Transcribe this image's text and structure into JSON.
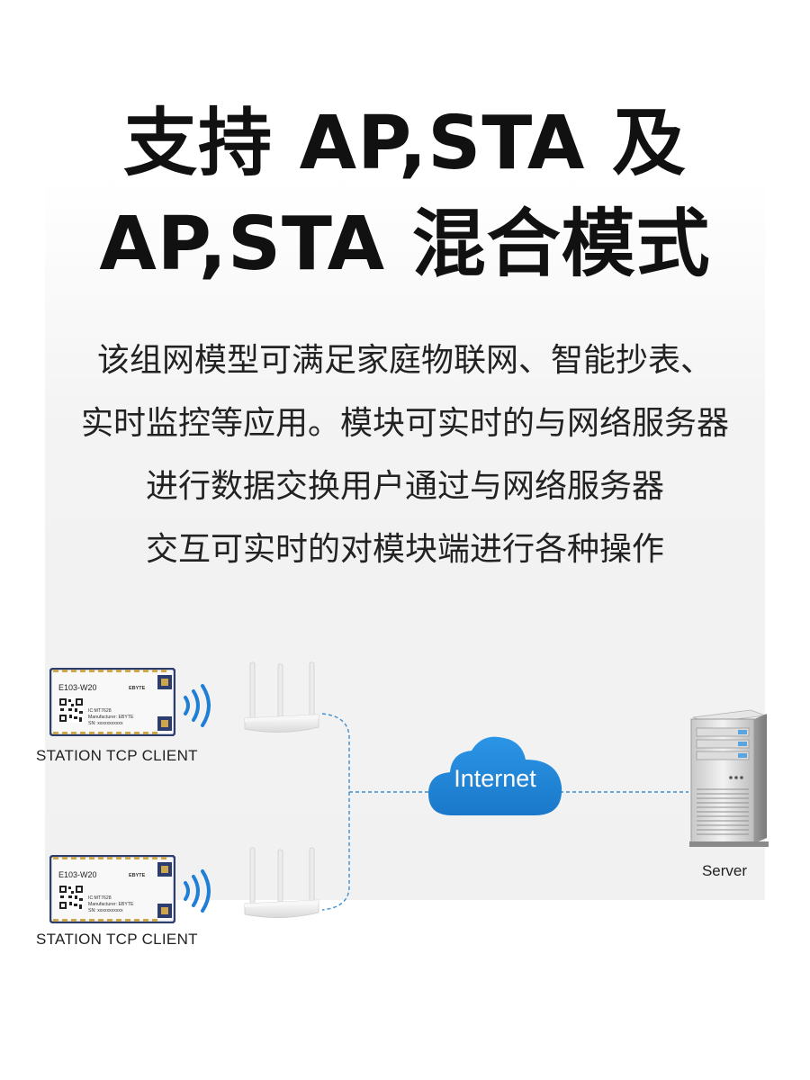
{
  "title": {
    "line1": "支持 AP,STA 及",
    "line2": "AP,STA 混合模式"
  },
  "description": [
    "该组网模型可满足家庭物联网、智能抄表、",
    "实时监控等应用。模块可实时的与网络服务器",
    "进行数据交换用户通过与网络服务器",
    "交互可实时的对模块端进行各种操作"
  ],
  "diagram": {
    "modules": [
      {
        "model": "E103-W20",
        "brand": "EBYTE",
        "ic": "IC:MT7628",
        "manufacturer": "Manufacturer: EBYTE",
        "sn": "SN: xxxxxxxxxxx",
        "label": "STATION TCP CLIENT"
      },
      {
        "model": "E103-W20",
        "brand": "EBYTE",
        "ic": "IC:MT7628",
        "manufacturer": "Manufacturer: EBYTE",
        "sn": "SN: xxxxxxxxxxx",
        "label": "STATION TCP CLIENT"
      }
    ],
    "cloud_label": "Internet",
    "server_label": "Server",
    "colors": {
      "cloud": "#1f88d8",
      "wifi_waves": "#1f7fd6",
      "link_line": "#3c8fd0",
      "module_border": "#2c3e70"
    },
    "icons": [
      "wifi-signal-icon",
      "router-icon",
      "cloud-icon",
      "server-icon",
      "qr-code-icon"
    ]
  }
}
